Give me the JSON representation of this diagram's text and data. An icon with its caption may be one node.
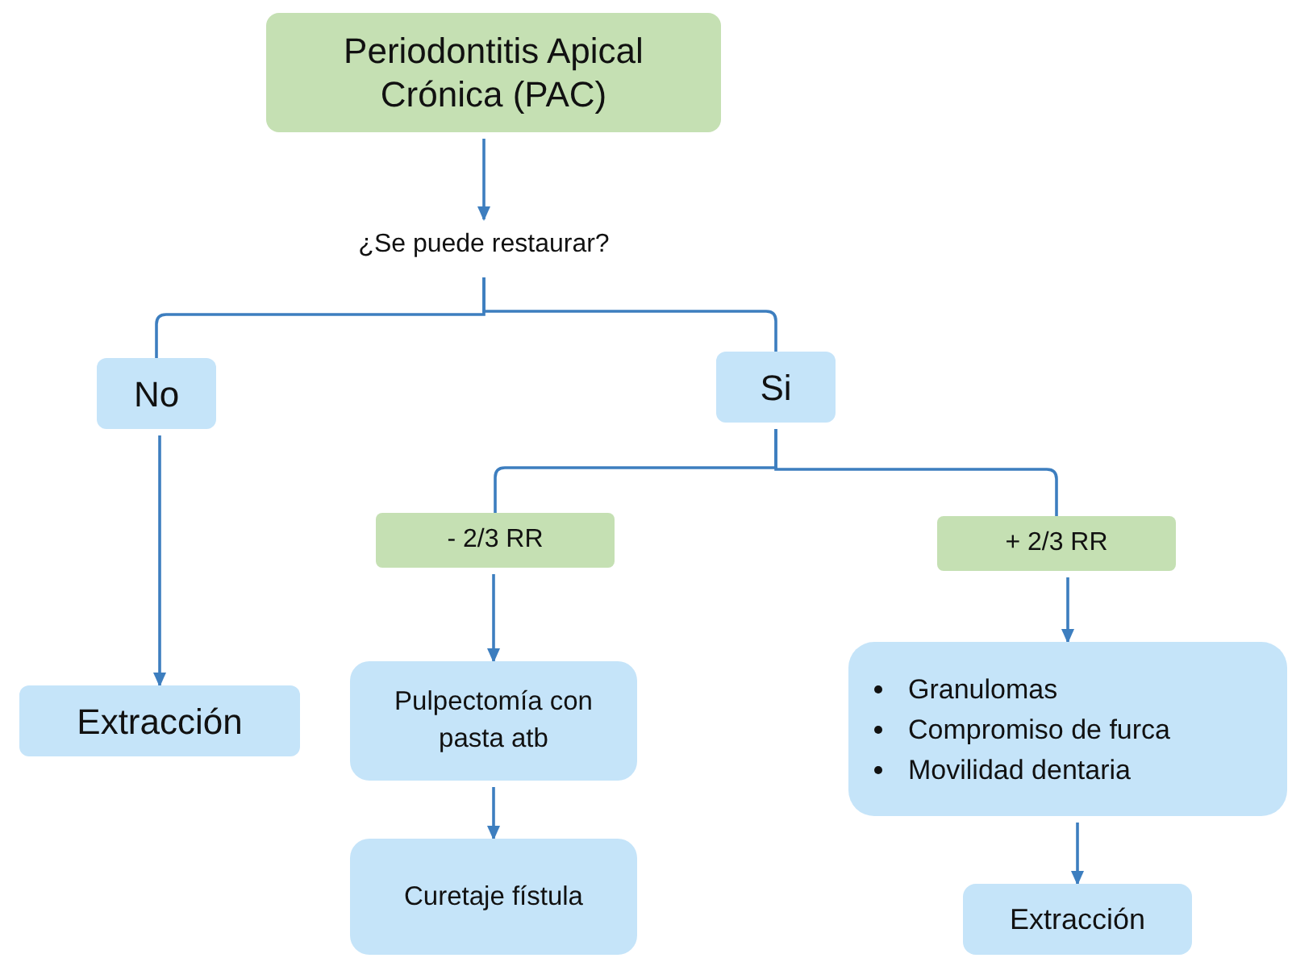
{
  "diagram": {
    "nodes": [
      {
        "text": [
          "Periodontitis Apical Crónica (PAC)"
        ]
      },
      {
        "text": [
          "¿Se puede restaurar?"
        ]
      },
      {
        "text": [
          "No"
        ]
      },
      {
        "text": [
          "Si"
        ]
      },
      {
        "text": [
          "- 2/3 RR"
        ]
      },
      {
        "text": [
          "+ 2/3 RR"
        ]
      },
      {
        "text": [
          "Extracción"
        ]
      },
      {
        "text": [
          "Pulpectomía con pasta atb"
        ]
      },
      {
        "text": [
          "Granulomas",
          "Compromiso de furca",
          "Movilidad dentaria"
        ]
      },
      {
        "text": [
          "Curetaje fístula"
        ]
      },
      {
        "text": [
          "Extracción"
        ]
      }
    ],
    "edges": [
      {
        "from": 0,
        "to": 1,
        "arrow": "to"
      },
      {
        "from": 1,
        "to": 2,
        "arrow": "none"
      },
      {
        "from": 1,
        "to": 3,
        "arrow": "none"
      },
      {
        "from": 3,
        "to": 4,
        "arrow": "none"
      },
      {
        "from": 3,
        "to": 5,
        "arrow": "none"
      },
      {
        "from": 2,
        "to": 6,
        "arrow": "to"
      },
      {
        "from": 4,
        "to": 7,
        "arrow": "to"
      },
      {
        "from": 5,
        "to": 8,
        "arrow": "to"
      },
      {
        "from": 7,
        "to": 9,
        "arrow": "to"
      },
      {
        "from": 8,
        "to": 10,
        "arrow": "to"
      }
    ]
  }
}
